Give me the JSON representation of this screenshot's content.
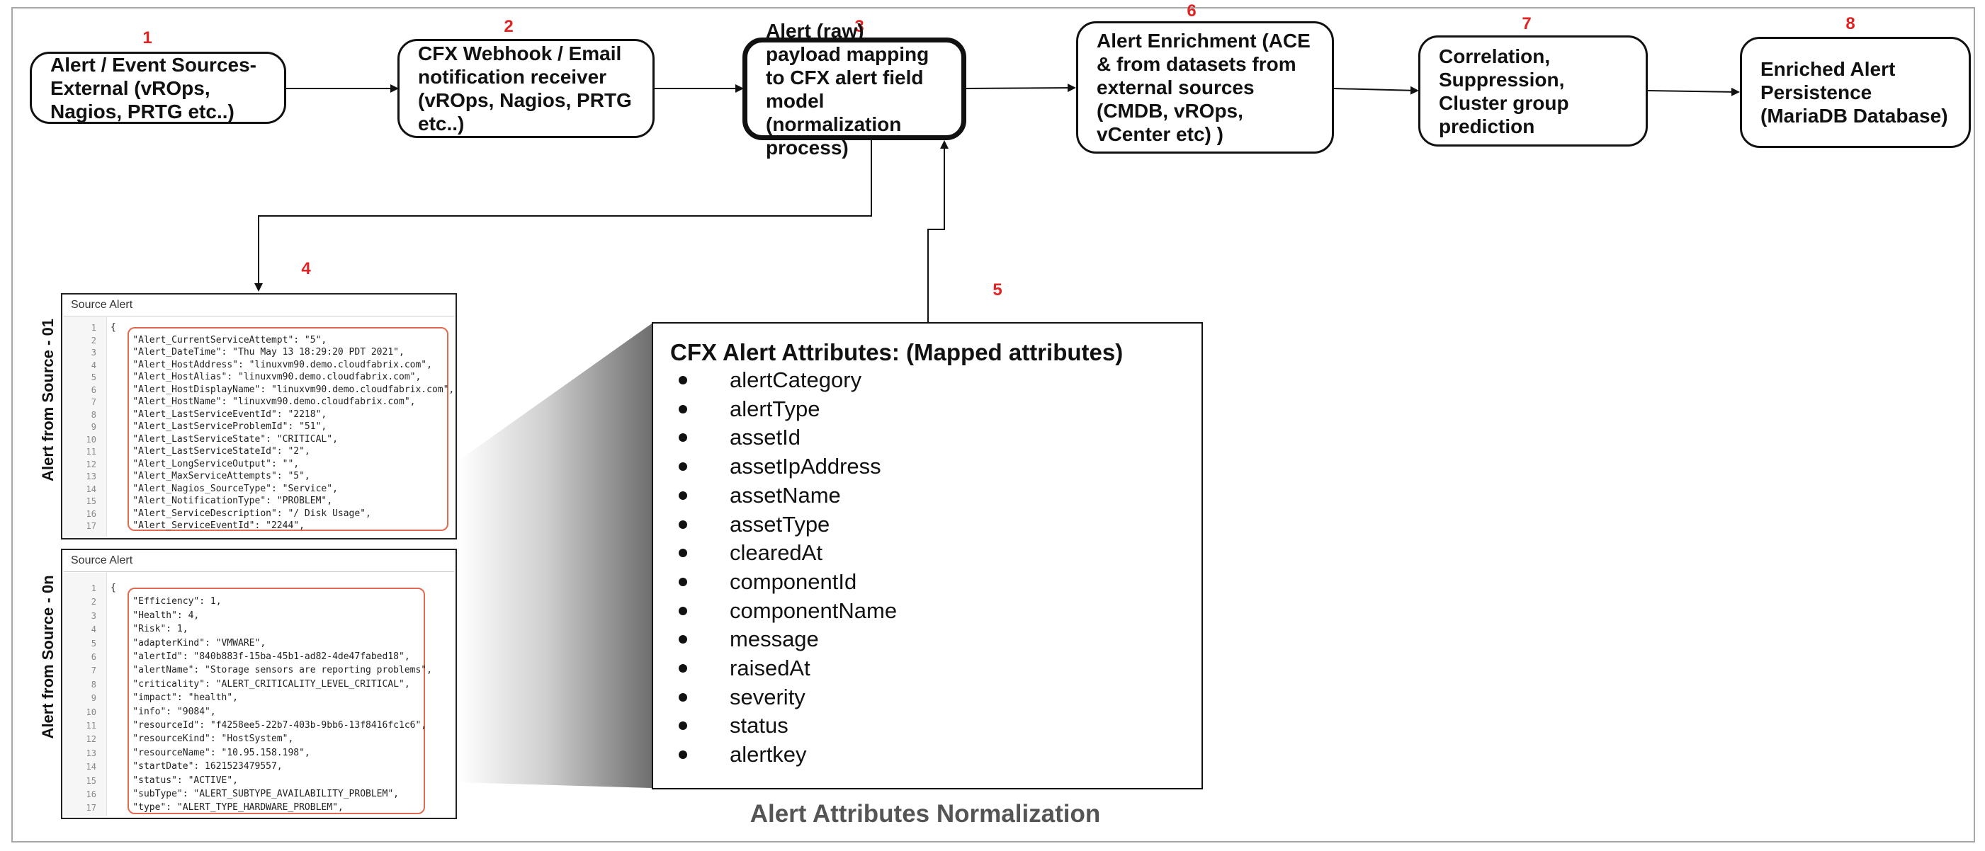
{
  "steps": [
    {
      "num": "1",
      "text": "Alert / Event Sources-External (vROps, Nagios, PRTG etc..)"
    },
    {
      "num": "2",
      "text": "CFX Webhook / Email notification receiver (vROps, Nagios, PRTG etc..)"
    },
    {
      "num": "3",
      "text": "Alert (raw) payload mapping to CFX alert field model (normalization process)"
    },
    {
      "num": "4"
    },
    {
      "num": "5"
    },
    {
      "num": "6",
      "text": "Alert Enrichment (ACE & from datasets from external sources (CMDB, vROps, vCenter etc) )"
    },
    {
      "num": "7",
      "text": "Correlation, Suppression, Cluster group prediction"
    },
    {
      "num": "8",
      "text": "Enriched Alert Persistence (MariaDB Database)"
    }
  ],
  "sources": [
    {
      "side_label": "Alert from Source - 01",
      "panel_title": "Source Alert",
      "lines": [
        "{",
        "    \"Alert_CurrentServiceAttempt\": \"5\",",
        "    \"Alert_DateTime\": \"Thu May 13 18:29:20 PDT 2021\",",
        "    \"Alert_HostAddress\": \"linuxvm90.demo.cloudfabrix.com\",",
        "    \"Alert_HostAlias\": \"linuxvm90.demo.cloudfabrix.com\",",
        "    \"Alert_HostDisplayName\": \"linuxvm90.demo.cloudfabrix.com\",",
        "    \"Alert_HostName\": \"linuxvm90.demo.cloudfabrix.com\",",
        "    \"Alert_LastServiceEventId\": \"2218\",",
        "    \"Alert_LastServiceProblemId\": \"51\",",
        "    \"Alert_LastServiceState\": \"CRITICAL\",",
        "    \"Alert_LastServiceStateId\": \"2\",",
        "    \"Alert_LongServiceOutput\": \"\",",
        "    \"Alert_MaxServiceAttempts\": \"5\",",
        "    \"Alert_Nagios_SourceType\": \"Service\",",
        "    \"Alert_NotificationType\": \"PROBLEM\",",
        "    \"Alert_ServiceDescription\": \"/ Disk Usage\",",
        "    \"Alert_ServiceEventId\": \"2244\","
      ]
    },
    {
      "side_label": "Alert from Source - 0n",
      "panel_title": "Source Alert",
      "lines": [
        "{",
        "    \"Efficiency\": 1,",
        "    \"Health\": 4,",
        "    \"Risk\": 1,",
        "    \"adapterKind\": \"VMWARE\",",
        "    \"alertId\": \"840b883f-15ba-45b1-ad82-4de47fabed18\",",
        "    \"alertName\": \"Storage sensors are reporting problems\",",
        "    \"criticality\": \"ALERT_CRITICALITY_LEVEL_CRITICAL\",",
        "    \"impact\": \"health\",",
        "    \"info\": \"9084\",",
        "    \"resourceId\": \"f4258ee5-22b7-403b-9bb6-13f8416fc1c6\",",
        "    \"resourceKind\": \"HostSystem\",",
        "    \"resourceName\": \"10.95.158.198\",",
        "    \"startDate\": 1621523479557,",
        "    \"status\": \"ACTIVE\",",
        "    \"subType\": \"ALERT_SUBTYPE_AVAILABILITY_PROBLEM\",",
        "    \"type\": \"ALERT_TYPE_HARDWARE_PROBLEM\","
      ]
    }
  ],
  "attributes": {
    "title": "CFX Alert Attributes: (Mapped attributes)",
    "items": [
      "alertCategory",
      "alertType",
      "assetId",
      "assetIpAddress",
      "assetName",
      "assetType",
      "clearedAt",
      "componentId",
      "componentName",
      "message",
      "raisedAt",
      "severity",
      "status",
      "alertkey"
    ]
  },
  "caption": "Alert Attributes Normalization",
  "colors": {
    "step_number": "#e02424",
    "highlight": "#e06a52",
    "border": "#111111"
  }
}
